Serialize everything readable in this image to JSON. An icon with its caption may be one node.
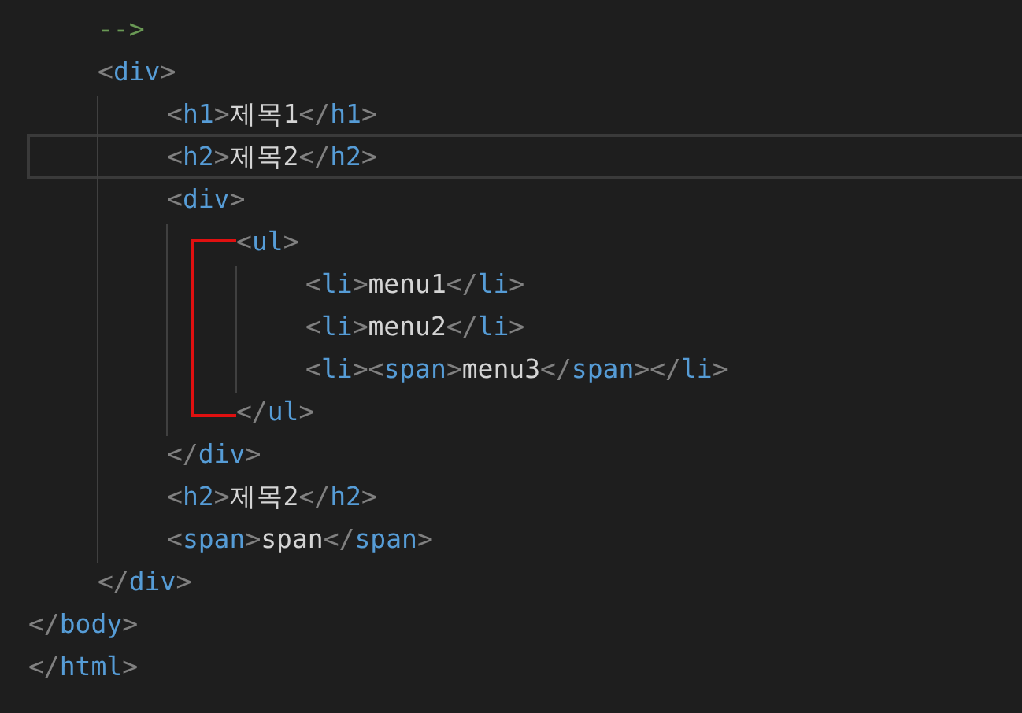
{
  "diagram": {
    "labels": [
      "-->",
      "<div>",
      "<h1>제목1</h1>",
      "<h2>제목2</h2>",
      "<div>",
      "<ul>",
      "<li>menu1</li>",
      "<li>menu2</li>",
      "<li><span>menu3</span></li>",
      "</ul>",
      "</div>",
      "<h2>제목2</h2>",
      "<span>span</span>",
      "</div>",
      "</body>",
      "</html>"
    ]
  }
}
